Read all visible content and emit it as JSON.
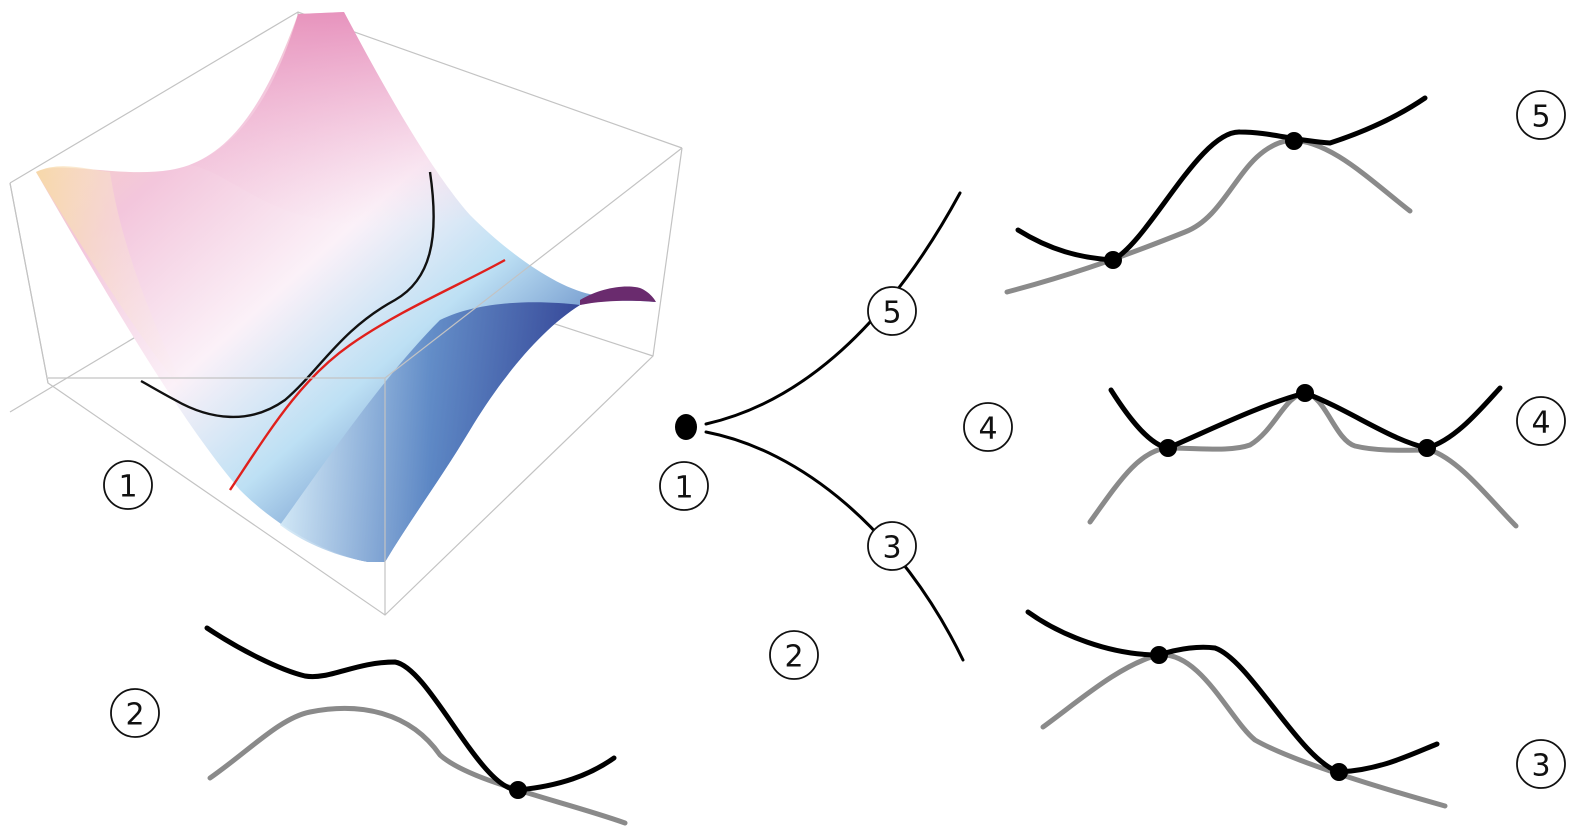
{
  "labels": {
    "surface_point": "1",
    "surface_section": "2",
    "cusp_origin": "1",
    "cusp_region": "2",
    "cusp_lower_branch": "3",
    "cusp_center": "4",
    "cusp_upper_branch": "5",
    "curve_section_2": "2",
    "curve_section_3": "3",
    "curve_section_4": "4",
    "curve_section_5": "5"
  },
  "colors": {
    "profile_main": "#000000",
    "profile_secondary": "#8a8a8a",
    "surface_curve_red": "#e0201c",
    "surface_curve_black": "#111111",
    "surface_pink": "#e58ab8",
    "surface_blue": "#2a3a8f",
    "surface_cream": "#f7dca8",
    "box_edge": "#bbbbbb"
  }
}
